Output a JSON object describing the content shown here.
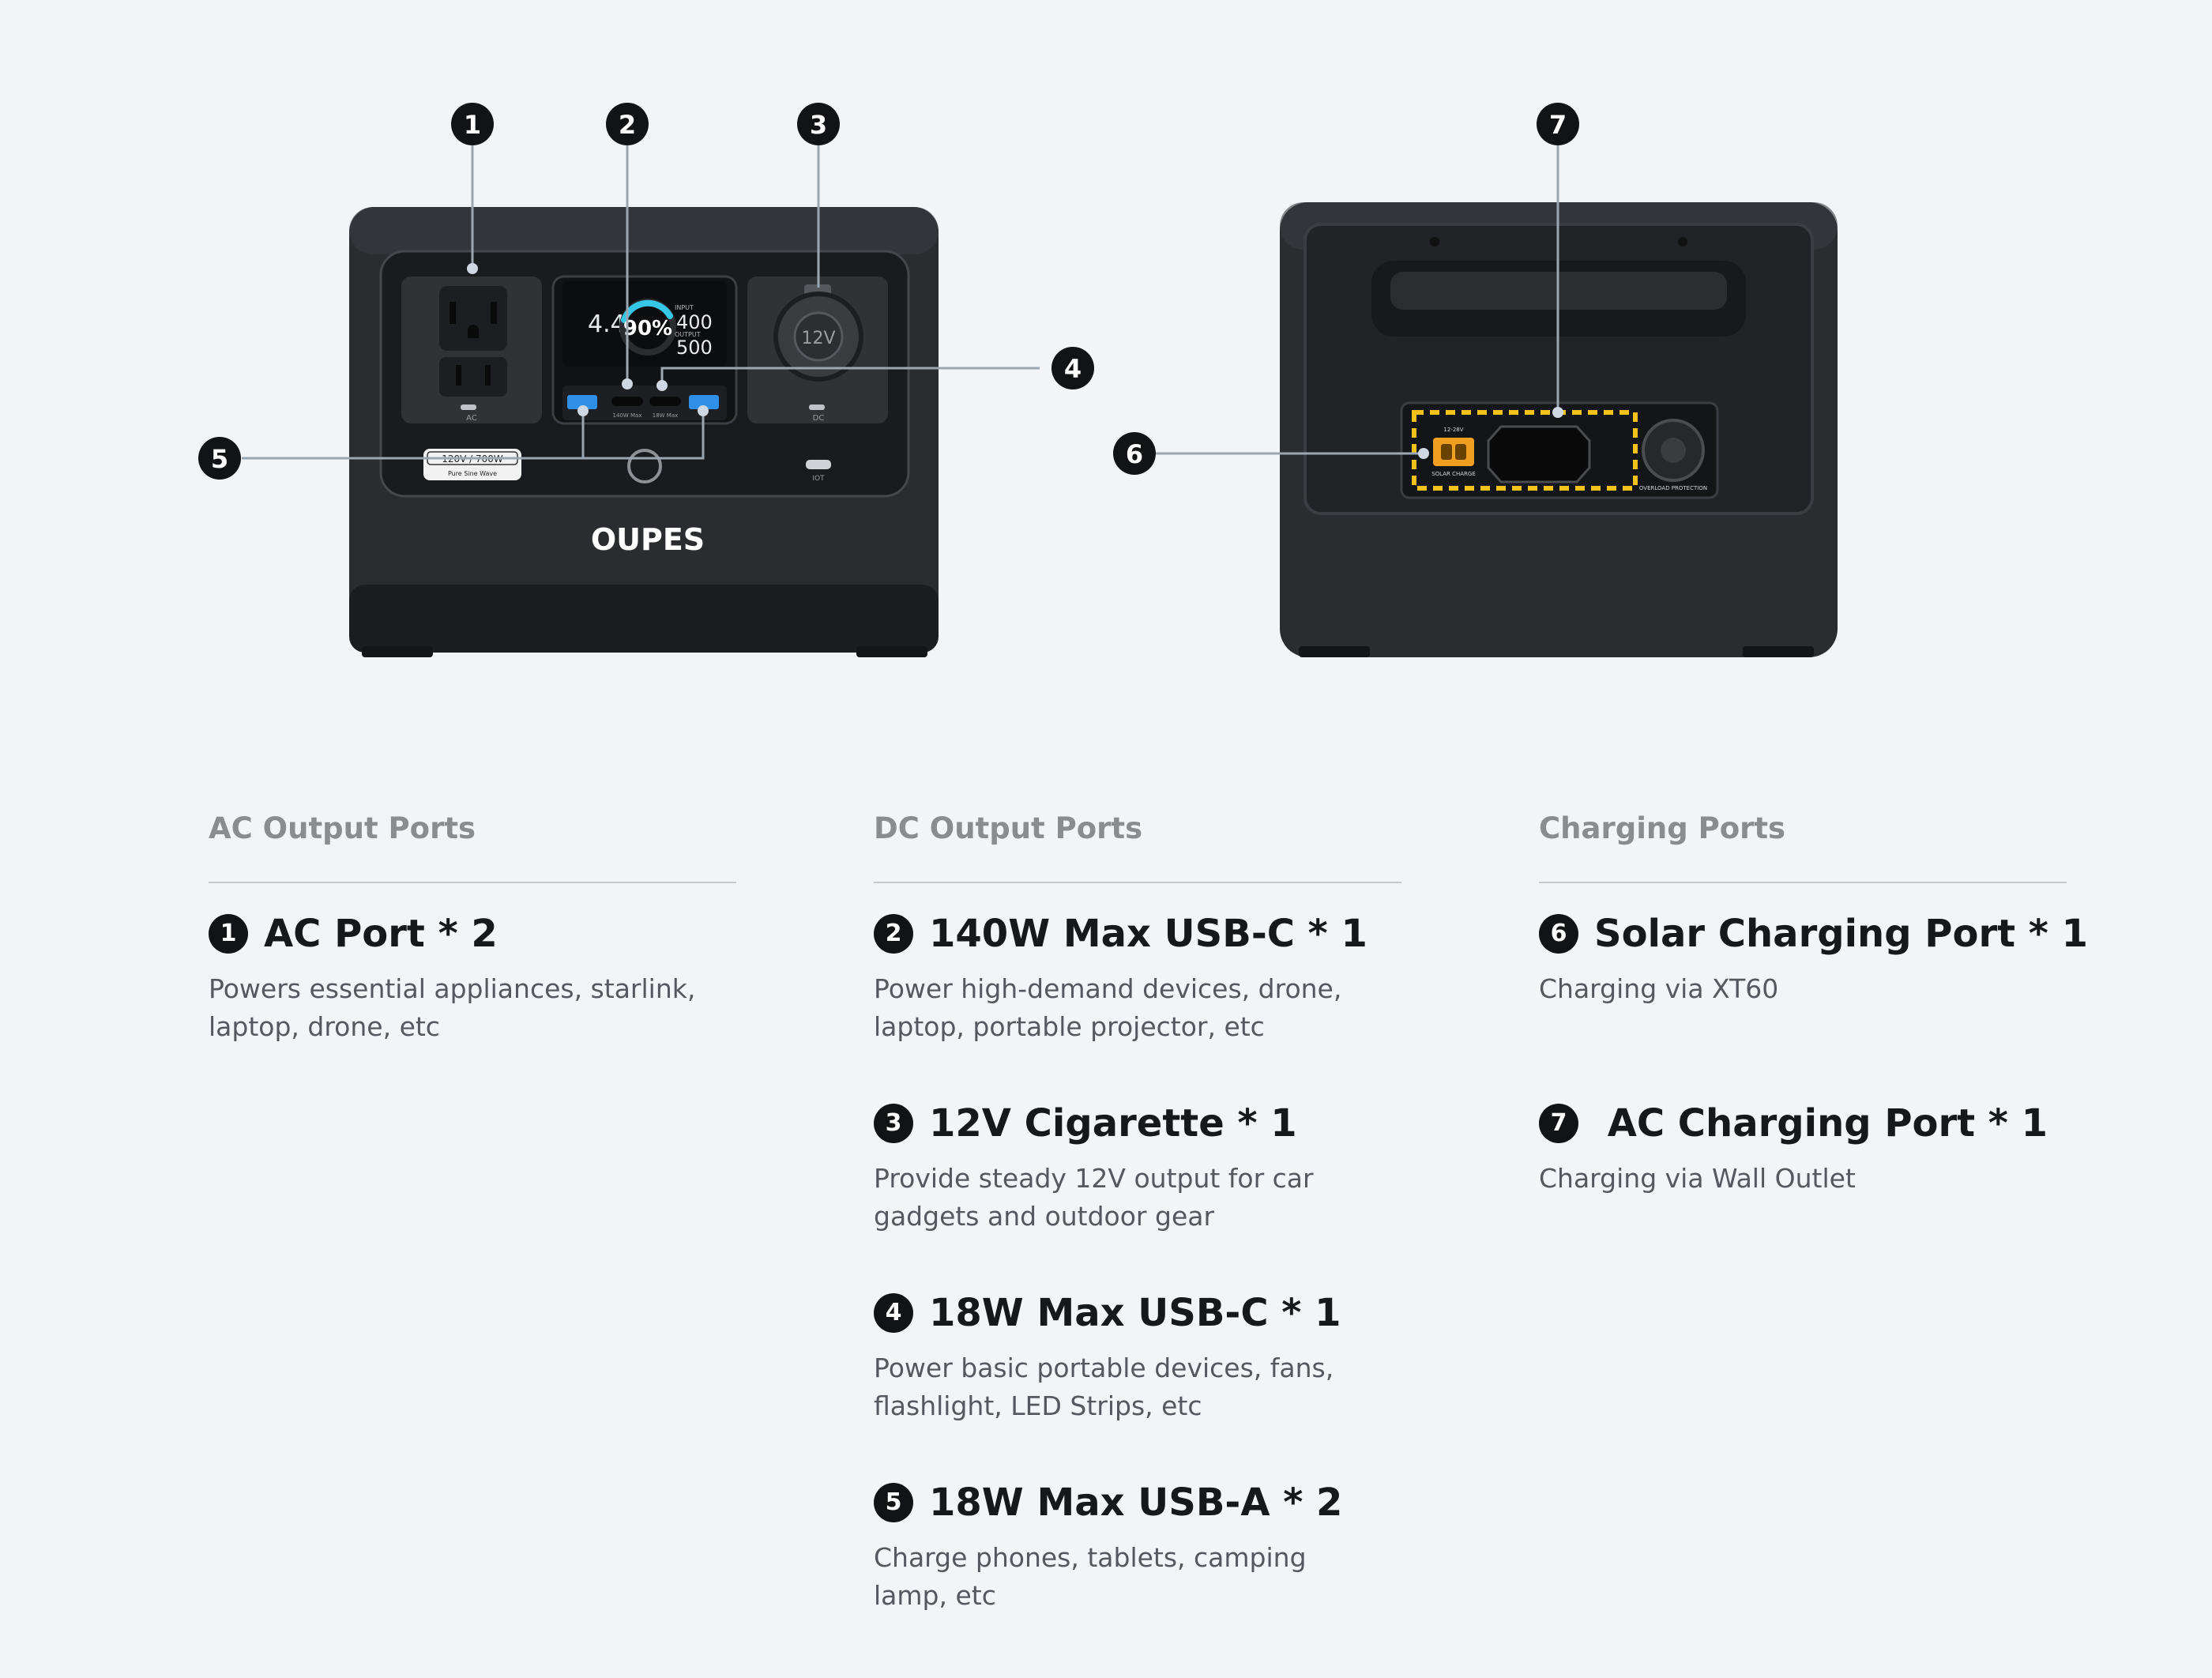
{
  "devices": {
    "brand_logo": "OUPES",
    "front_labels": {
      "ac": "AC",
      "dc": "DC",
      "iot": "IOT",
      "usbc_140": "140W Max",
      "usbc_18": "18W Max",
      "ac_rating": "120V / 700W",
      "ac_wave": "Pure Sine Wave",
      "cig": "12V"
    },
    "display": {
      "left_value": "4.4",
      "percent": "90%",
      "input_label": "INPUT",
      "input_value": "400",
      "output_label": "OUTPUT",
      "output_value": "500"
    },
    "back_labels": {
      "solar_voltage": "12-28V",
      "solar_label": "SOLAR CHARGE",
      "overload": "OVERLOAD PROTECTION"
    },
    "callouts": [
      "1",
      "2",
      "3",
      "4",
      "5",
      "6",
      "7"
    ]
  },
  "columns": [
    {
      "header": "AC Output Ports",
      "items": [
        {
          "num": "1",
          "title": "AC Port * 2",
          "desc": "Powers essential appliances, starlink, laptop, drone, etc"
        }
      ]
    },
    {
      "header": "DC Output Ports",
      "items": [
        {
          "num": "2",
          "title": "140W Max USB-C * 1",
          "desc": "Power high-demand devices, drone, laptop, portable projector, etc"
        },
        {
          "num": "3",
          "title": "12V Cigarette * 1",
          "desc": "Provide steady 12V output for car gadgets and outdoor gear"
        },
        {
          "num": "4",
          "title": "18W Max USB-C * 1",
          "desc": "Power basic portable devices, fans, flashlight, LED Strips, etc"
        },
        {
          "num": "5",
          "title": "18W Max USB-A * 2",
          "desc": "Charge phones, tablets, camping lamp, etc"
        }
      ]
    },
    {
      "header": "Charging Ports",
      "items": [
        {
          "num": "6",
          "title": "Solar Charging Port * 1",
          "desc": "Charging via XT60"
        },
        {
          "num": "7",
          "title": " AC Charging Port * 1",
          "desc": "Charging via Wall Outlet"
        }
      ]
    }
  ],
  "colors": {
    "background": "#f2f4f8",
    "device_body": "#26282c",
    "accent_cyan": "#36c6e6",
    "warning_yellow": "#f2c21a",
    "solar_orange": "#f0a020",
    "callout": "#111317"
  }
}
